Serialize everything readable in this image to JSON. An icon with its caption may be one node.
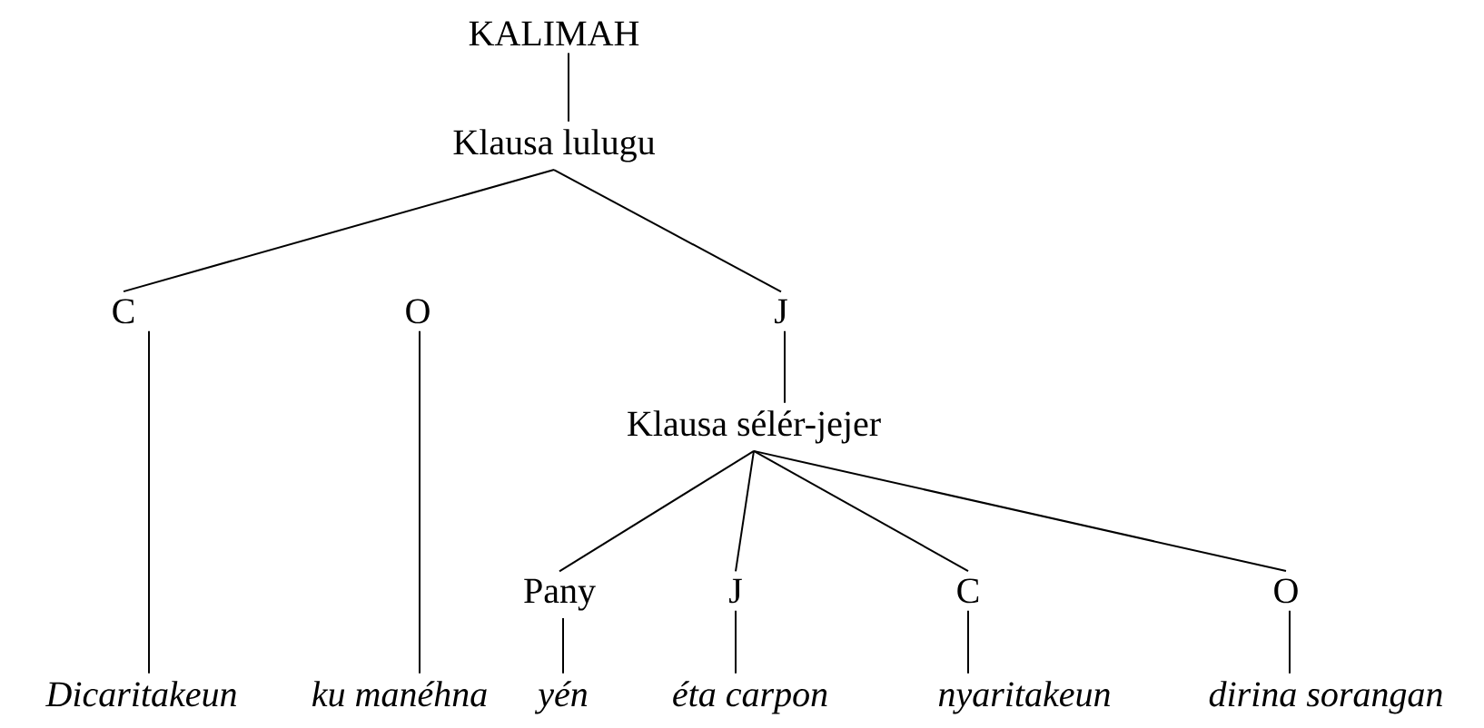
{
  "diagram": {
    "nodes": [
      {
        "text": [
          "KALIMAH"
        ]
      },
      {
        "text": [
          "Klausa lulugu"
        ]
      },
      {
        "text": [
          "C"
        ]
      },
      {
        "text": [
          "O"
        ]
      },
      {
        "text": [
          "J"
        ]
      },
      {
        "text": [
          "Klausa sélér-jejer"
        ]
      },
      {
        "text": [
          "Pany"
        ]
      },
      {
        "text": [
          "J"
        ]
      },
      {
        "text": [
          "C"
        ]
      },
      {
        "text": [
          "O"
        ]
      },
      {
        "text": [
          "Dicaritakeun"
        ]
      },
      {
        "text": [
          "ku manéhna"
        ]
      },
      {
        "text": [
          "yén"
        ]
      },
      {
        "text": [
          "éta carpon"
        ]
      },
      {
        "text": [
          "nyaritakeun"
        ]
      },
      {
        "text": [
          "dirina sorangan"
        ]
      }
    ],
    "edges": [
      {
        "from": 0,
        "to": 1,
        "arrow": "none"
      },
      {
        "from": 1,
        "to": 2,
        "arrow": "none"
      },
      {
        "from": 1,
        "to": 4,
        "arrow": "none"
      },
      {
        "from": 2,
        "to": 10,
        "arrow": "none"
      },
      {
        "from": 3,
        "to": 11,
        "arrow": "none"
      },
      {
        "from": 4,
        "to": 5,
        "arrow": "none"
      },
      {
        "from": 5,
        "to": 6,
        "arrow": "none"
      },
      {
        "from": 5,
        "to": 7,
        "arrow": "none"
      },
      {
        "from": 5,
        "to": 8,
        "arrow": "none"
      },
      {
        "from": 5,
        "to": 9,
        "arrow": "none"
      },
      {
        "from": 6,
        "to": 12,
        "arrow": "none"
      },
      {
        "from": 7,
        "to": 13,
        "arrow": "none"
      },
      {
        "from": 8,
        "to": 14,
        "arrow": "none"
      },
      {
        "from": 9,
        "to": 15,
        "arrow": "none"
      }
    ]
  }
}
